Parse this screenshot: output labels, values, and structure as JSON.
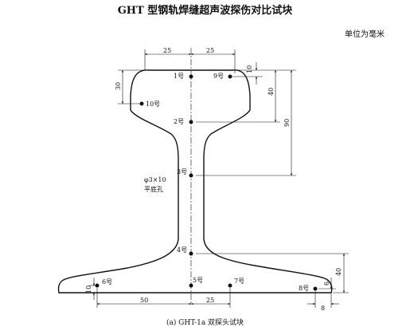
{
  "title": "GHT 型钢轨焊缝超声波探伤对比试块",
  "unit": "单位为毫米",
  "caption": "(a)  GHT-1a 双探头试块",
  "hole_spec": "φ3×10",
  "hole_type": "平底孔",
  "holes": [
    "1号",
    "2号",
    "3号",
    "4号",
    "5号",
    "6号",
    "7号",
    "8号",
    "9号",
    "10号"
  ],
  "dims": {
    "top_left": "25",
    "top_right": "25",
    "head_left_30": "30",
    "right_10": "10",
    "right_40": "40",
    "right_90": "90",
    "base_right_40": "40",
    "base_right_6": "6",
    "bottom_10": "10",
    "bottom_50": "50",
    "bottom_25": "25",
    "bottom_8": "8"
  }
}
